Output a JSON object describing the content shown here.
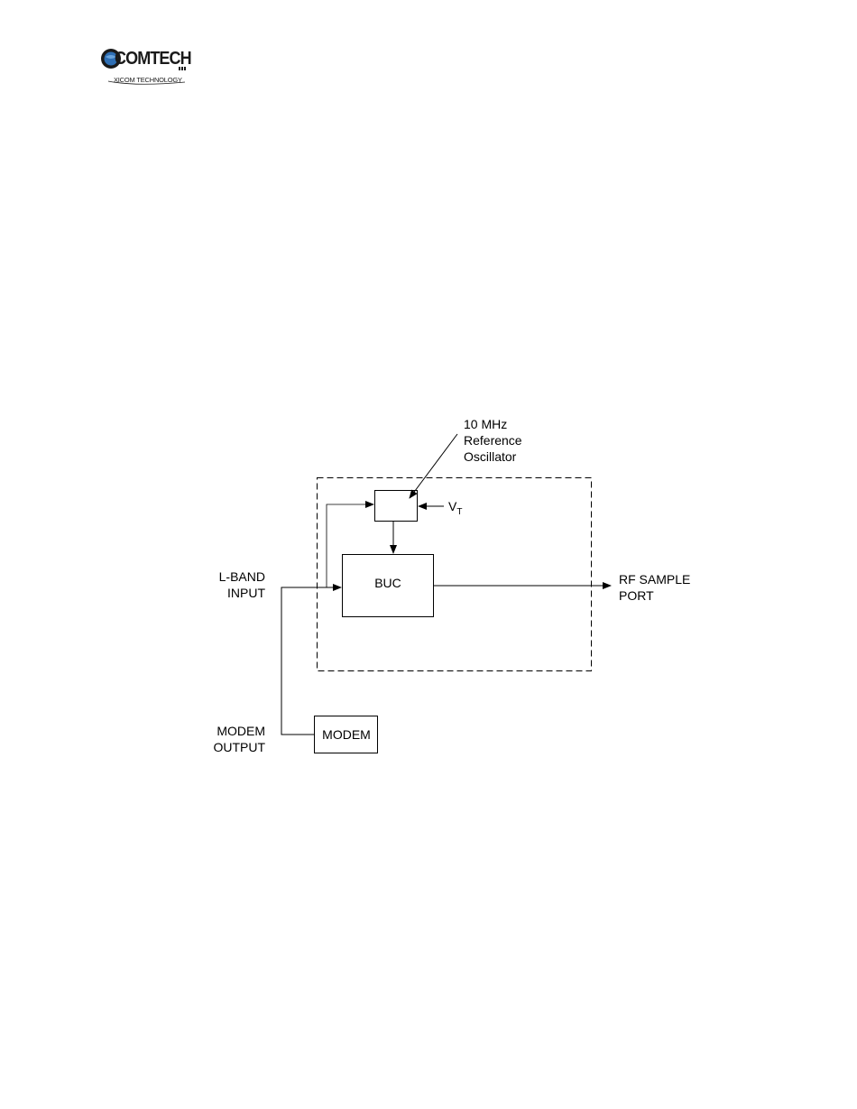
{
  "logo": {
    "brand": "COMTECH",
    "tagline": "XICOM TECHNOLOGY"
  },
  "diagram": {
    "oscillator_label": [
      "10 MHz",
      "Reference",
      "Oscillator"
    ],
    "vt_label": "V",
    "vt_subscript": "T",
    "buc_label": "BUC",
    "rf_sample_label": [
      "RF SAMPLE",
      "PORT"
    ],
    "lband_label": [
      "L-BAND",
      "INPUT"
    ],
    "modem_output_label": [
      "MODEM",
      "OUTPUT"
    ],
    "modem_label": "MODEM"
  }
}
